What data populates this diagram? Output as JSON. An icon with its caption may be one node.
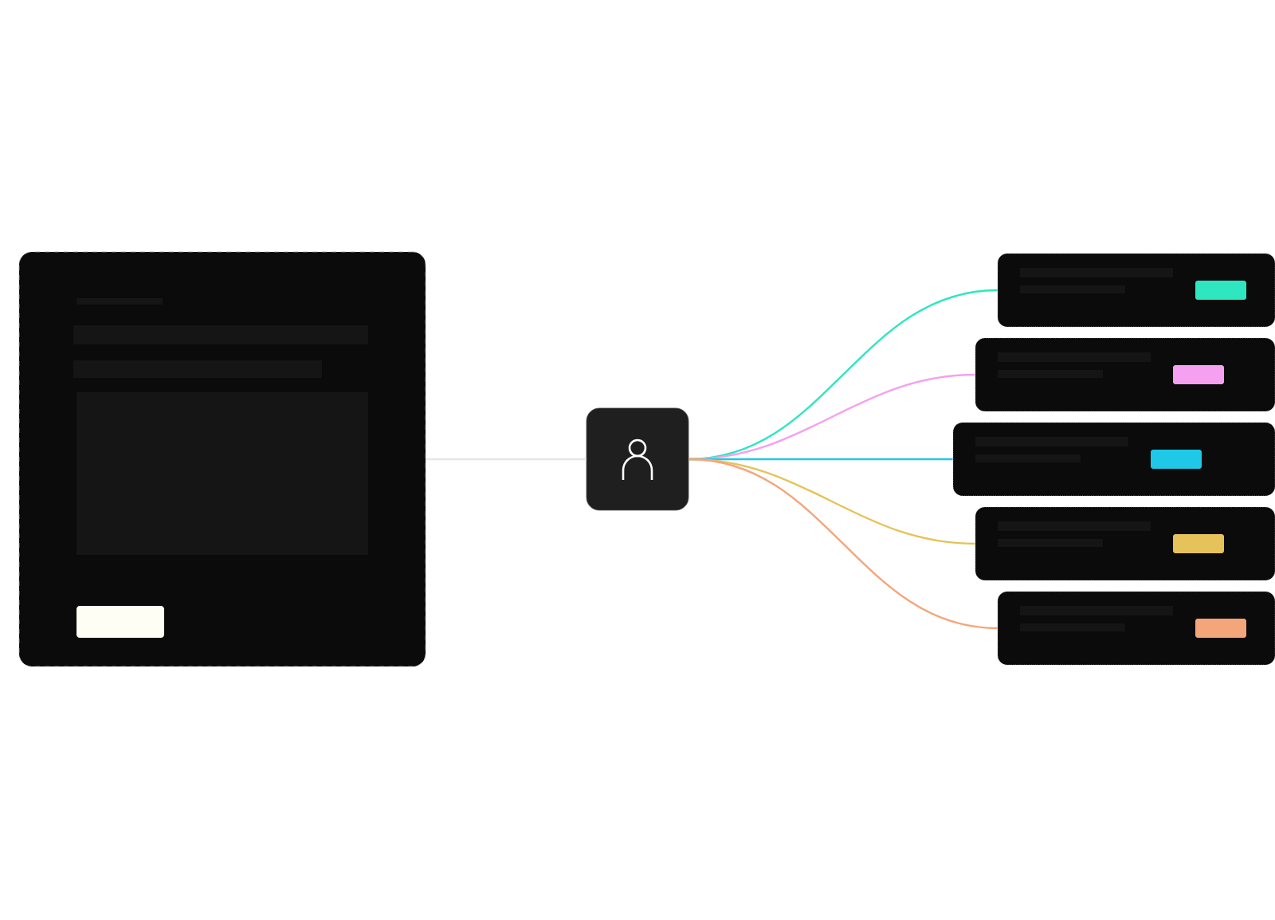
{
  "diagram": {
    "nodes": [
      {
        "text": [],
        "shape": "box"
      },
      {
        "text": [],
        "shape": "box"
      },
      {
        "text": [],
        "shape": "box"
      },
      {
        "text": [],
        "shape": "box"
      },
      {
        "text": [],
        "shape": "box"
      },
      {
        "text": [],
        "shape": "box"
      },
      {
        "text": [],
        "shape": "box"
      }
    ],
    "edges": [
      {
        "from": 0,
        "to": 1,
        "arrow": "none",
        "color": "#e6e6e6"
      },
      {
        "from": 1,
        "to": 2,
        "arrow": "none",
        "color": "#2ee6c0"
      },
      {
        "from": 1,
        "to": 3,
        "arrow": "none",
        "color": "#f5a0f0"
      },
      {
        "from": 1,
        "to": 4,
        "arrow": "none",
        "color": "#1ec8e6"
      },
      {
        "from": 1,
        "to": 5,
        "arrow": "none",
        "color": "#e6c25a"
      },
      {
        "from": 1,
        "to": 6,
        "arrow": "none",
        "color": "#f5a57a"
      }
    ]
  }
}
